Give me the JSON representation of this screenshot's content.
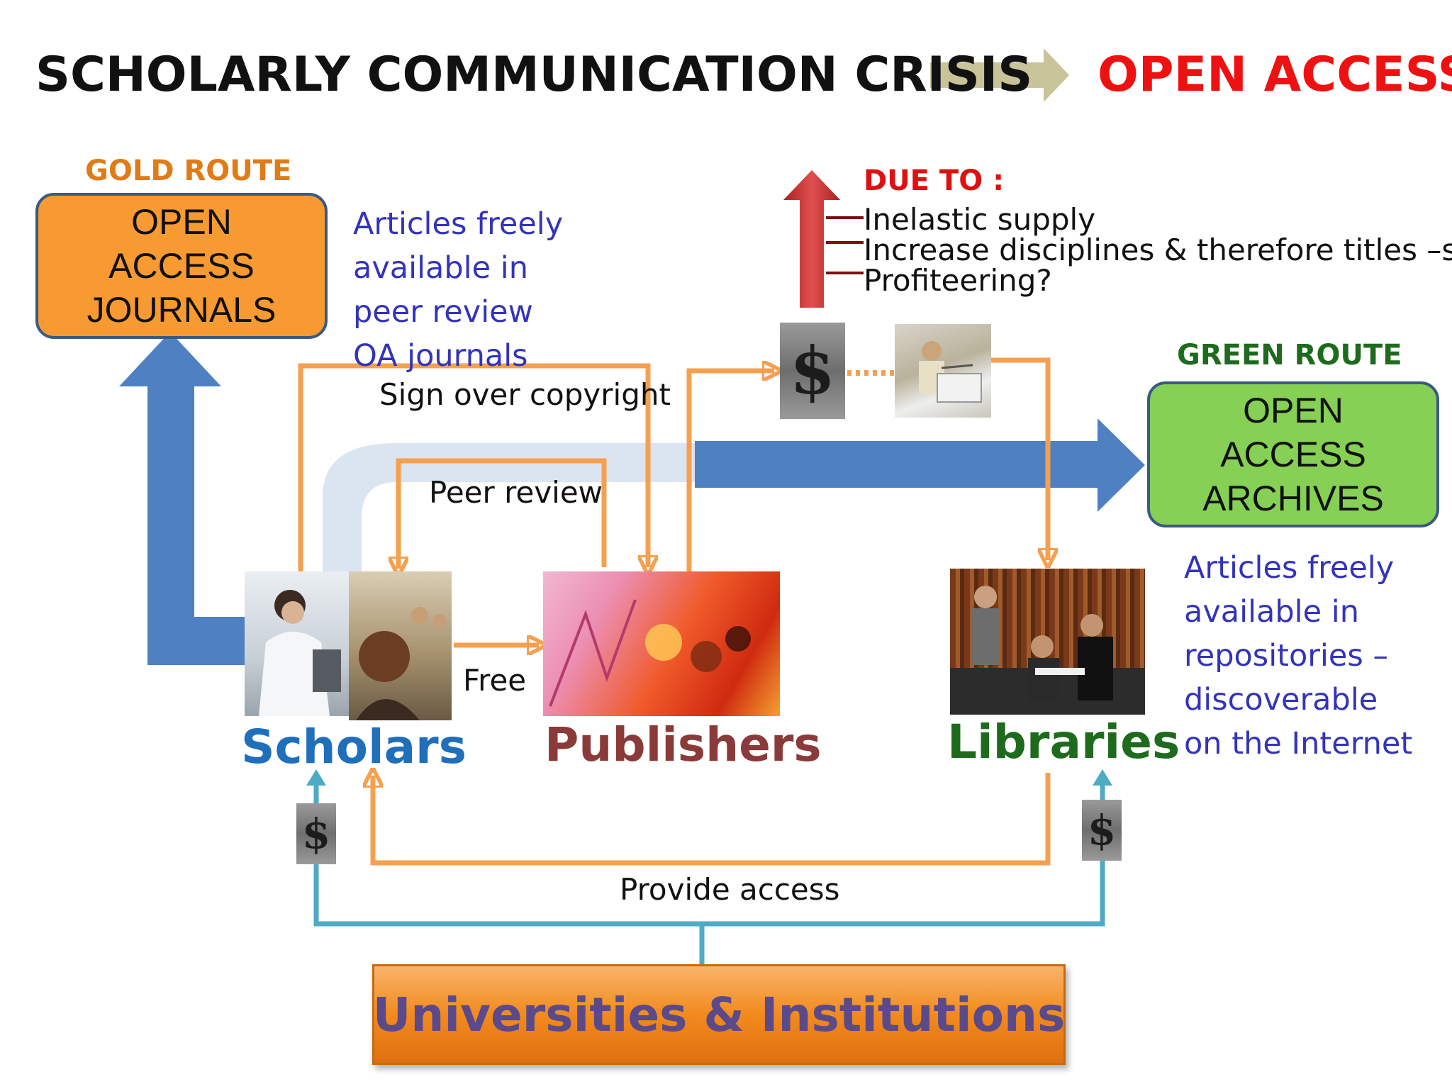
{
  "header": {
    "title_left": "SCHOLARLY COMMUNICATION CRISIS",
    "title_right": "OPEN ACCESS"
  },
  "gold_route": {
    "label": "GOLD ROUTE",
    "box_lines": [
      "OPEN",
      "ACCESS",
      "JOURNALS"
    ],
    "description": [
      "Articles freely",
      "available in",
      "peer review",
      "OA journals"
    ]
  },
  "green_route": {
    "label": "GREEN ROUTE",
    "box_lines": [
      "OPEN",
      "ACCESS",
      "ARCHIVES"
    ],
    "description": [
      "Articles freely",
      "available in",
      "repositories –",
      "discoverable",
      "on the Internet"
    ]
  },
  "due_to": {
    "heading": "DUE TO :",
    "items": [
      "Inelastic supply",
      "Increase disciplines & therefore titles –s",
      "Profiteering?"
    ]
  },
  "flow_labels": {
    "sign_over": "Sign over copyright",
    "peer_review": "Peer review",
    "free": "Free",
    "provide_access": "Provide access"
  },
  "actors": {
    "scholars": "Scholars",
    "publishers": "Publishers",
    "libraries": "Libraries"
  },
  "institutions": "Universities & Institutions",
  "dollar_sign": "$",
  "colors": {
    "gold_label": "#e07b16",
    "green_label": "#1e6b1e",
    "open_access_title": "#ee1111",
    "gold_box": "#f79a32",
    "green_box": "#86d155",
    "blue_arrow": "#4f81c2",
    "orange_line": "#f5a050",
    "teal_line": "#4faac4",
    "scholars": "#1f6fba",
    "publishers": "#8b3a3a",
    "libraries": "#1e6b1e",
    "institutions_text": "#5b4a8a"
  }
}
